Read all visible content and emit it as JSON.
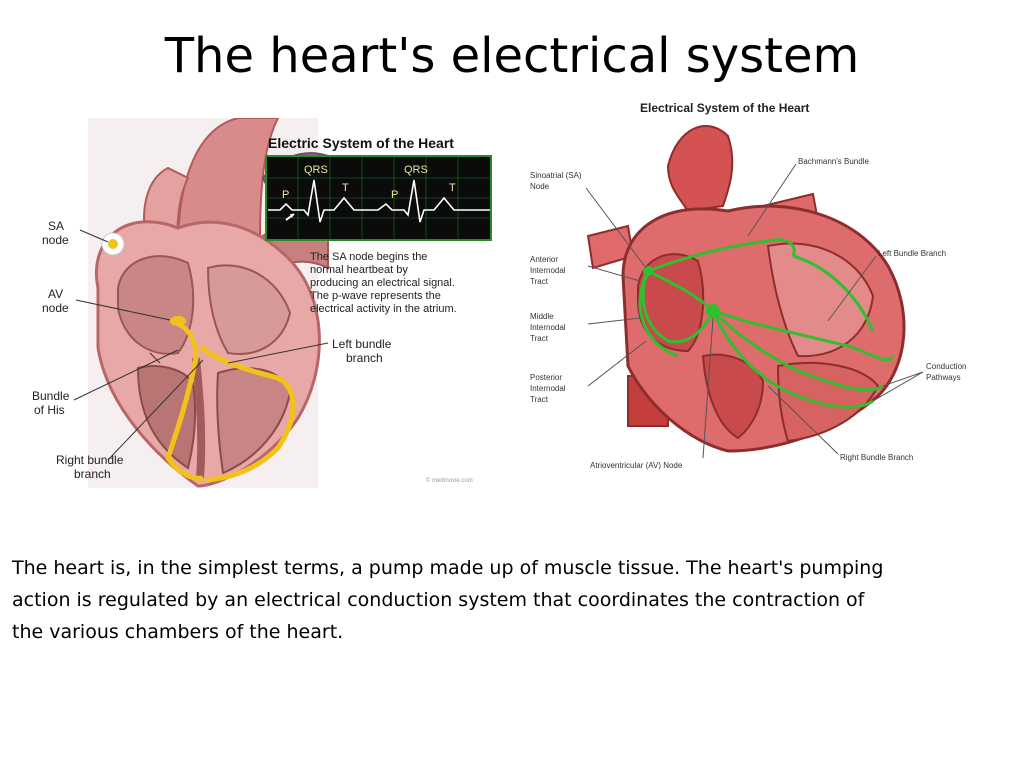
{
  "slide": {
    "title": "The heart's electrical system",
    "body": "The heart is, in the simplest terms, a pump made up of muscle tissue. The heart's pumping action is regulated by an electrical conduction system that coordinates the contraction of the various chambers of the heart."
  },
  "left_figure": {
    "title": "Electric System of the Heart",
    "ecg_labels": {
      "qrs1": "QRS",
      "qrs2": "QRS",
      "t1": "T",
      "t2": "T",
      "p1": "P",
      "p2": "P"
    },
    "caption": [
      "The SA node begins the",
      "normal heartbeat by",
      "producing an electrical signal.",
      "The p-wave represents the",
      "electrical activity in the atrium."
    ],
    "labels": {
      "sa_node": [
        "SA",
        "node"
      ],
      "av_node": [
        "AV",
        "node"
      ],
      "bundle_his": [
        "Bundle",
        "of His"
      ],
      "right_bundle": [
        "Right bundle",
        "branch"
      ],
      "left_bundle": [
        "Left bundle",
        "branch"
      ]
    },
    "credit": "© medmovie.com"
  },
  "right_figure": {
    "title": "Electrical System of the Heart",
    "labels": {
      "sa_node": [
        "Sinoatrial (SA)",
        "Node"
      ],
      "anterior": [
        "Anterior",
        "Internodal",
        "Tract"
      ],
      "middle": [
        "Middle",
        "Internodal",
        "Tract"
      ],
      "posterior": [
        "Posterior",
        "Internodal",
        "Tract"
      ],
      "av_node": "Atrioventricular (AV) Node",
      "bachmann": "Bachmann's Bundle",
      "left_bundle": "Left Bundle Branch",
      "conduction": [
        "Conduction",
        "Pathways"
      ],
      "right_bundle": "Right Bundle Branch"
    }
  },
  "colors": {
    "ecg_bg": "#0b0b0b",
    "ecg_grid": "#1f7a1f",
    "ecg_trace": "#ffffff",
    "conduction": "#2fbf2f",
    "bundle_yellow": "#f3c21a"
  }
}
